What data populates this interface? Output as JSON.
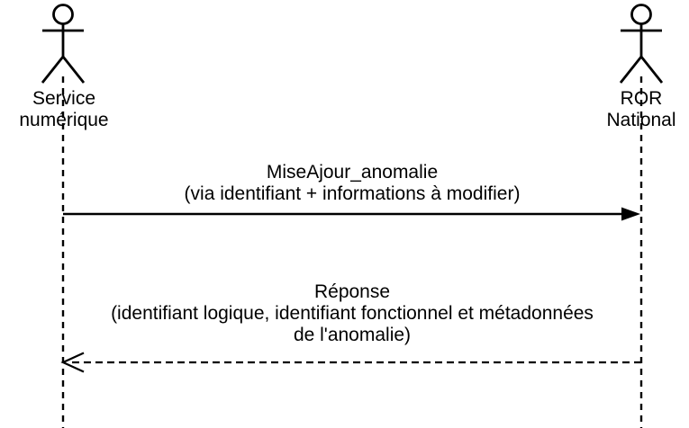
{
  "diagram": {
    "type": "uml-sequence",
    "colors": {
      "line": "#000000",
      "text": "#000000",
      "background": "#ffffff"
    },
    "actors": [
      {
        "id": "service-numerique",
        "label": "Service\nnumérique"
      },
      {
        "id": "ror-national",
        "label": "ROR\nNational"
      }
    ],
    "messages": [
      {
        "id": "mise-a-jour",
        "label": "MiseAjour_anomalie\n(via identifiant + informations à modifier)",
        "from": "service-numerique",
        "to": "ror-national",
        "line_style": "solid",
        "arrowhead": "filled"
      },
      {
        "id": "reponse",
        "label": "Réponse\n(identifiant logique, identifiant fonctionnel et métadonnées\nde l'anomalie)",
        "from": "ror-national",
        "to": "service-numerique",
        "line_style": "dashed",
        "arrowhead": "open"
      }
    ]
  }
}
